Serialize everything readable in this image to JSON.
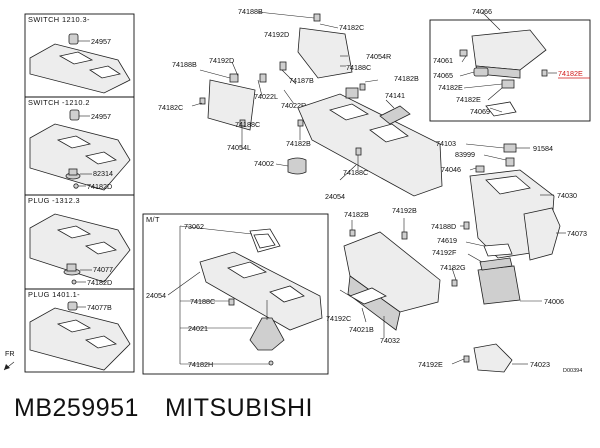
{
  "caption": {
    "part_number": "MB259951",
    "brand": "MITSUBISHI"
  },
  "diagram_code": "D00394",
  "direction": "FR",
  "inset_box": {
    "mt_label": "M/T"
  },
  "sections": {
    "switch_a": "SWITCH 1210.3-",
    "switch_b": "SWITCH -1210.2",
    "plug_a": "PLUG -1312.3",
    "plug_b": "PLUG 1401.1-"
  },
  "callouts": {
    "c24957a": "24957",
    "c24957b": "24957",
    "c82314": "82314",
    "c74182d_a": "74182D",
    "c74077": "74077",
    "c74182d_b": "74182D",
    "c74077b": "74077B",
    "c74188b_top": "74188B",
    "c74182c_top": "74182C",
    "c74192d_top": "74192D",
    "c74054r": "74054R",
    "c74188b_left": "74188B",
    "c74192d_mid": "74192D",
    "c74188c_top": "74188C",
    "c74187b": "74187B",
    "c74182b_top": "74182B",
    "c74022l": "74022L",
    "c74022r": "74022R",
    "c74182c_left": "74182C",
    "c74188c_mid": "74188C",
    "c74054l": "74054L",
    "c74141": "74141",
    "c74182b_mid": "74182B",
    "c74002": "74002",
    "c74188c_low": "74188C",
    "c24054": "24054",
    "c74066": "74066",
    "c74061": "74061",
    "c74065": "74065",
    "c74182e_a": "74182E",
    "c74182e_b": "74182E",
    "c74069": "74069",
    "c74182e_hi": "74182E",
    "c74103": "74103",
    "c83999": "83999",
    "c91584": "91584",
    "c74046": "74046",
    "c74030": "74030",
    "c74188d": "74188D",
    "c74073": "74073",
    "c74182b_r": "74182B",
    "c74192b": "74192B",
    "c74619": "74619",
    "c74192f": "74192F",
    "c74182g": "74182G",
    "c74006": "74006",
    "c74192c": "74192C",
    "c74021b": "74021B",
    "c74032": "74032",
    "c74192e": "74192E",
    "c74023": "74023",
    "m73062": "73062",
    "m24054": "24054",
    "m74188c": "74188C",
    "m24021": "24021",
    "m74182h": "74182H"
  }
}
